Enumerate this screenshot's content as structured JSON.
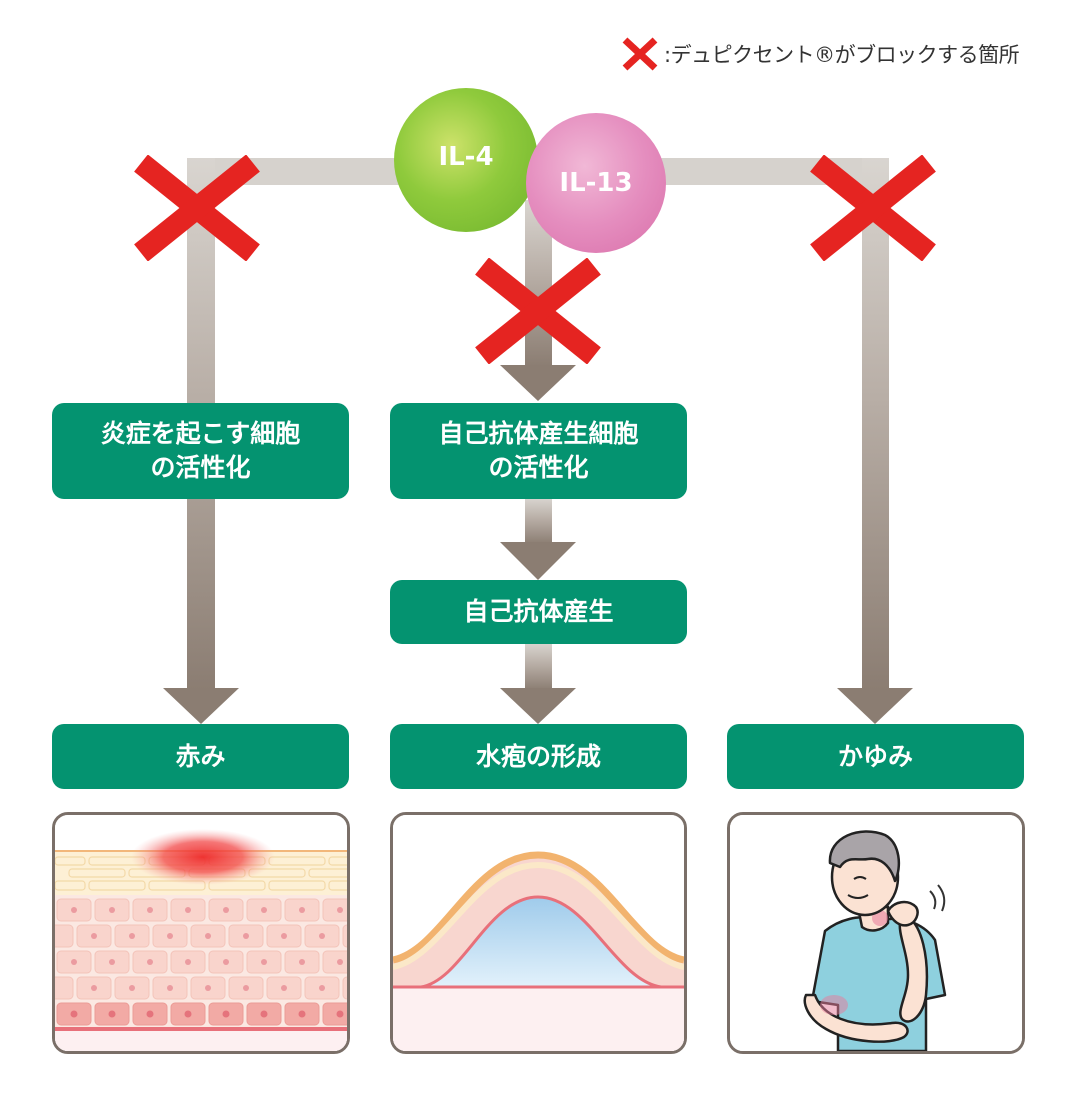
{
  "legend": {
    "icon": "red-x-icon",
    "text": ":デュピクセント®がブロックする箇所"
  },
  "cytokines": [
    {
      "label": "IL-4",
      "color": "#8fca3c"
    },
    {
      "label": "IL-13",
      "color": "#e58ebf"
    }
  ],
  "colors": {
    "box_green": "#049370",
    "block_red": "#e52421",
    "connector_gray": "#d6d2cd",
    "arrow_brown": "#8b7d72",
    "panel_border": "#7a6f68"
  },
  "paths": {
    "left": {
      "step1": "炎症を起こす細胞\nの活性化",
      "step1_line1": "炎症を起こす細胞",
      "step1_line2": "の活性化",
      "outcome": "赤み",
      "illustration": "skin-redness-illustration"
    },
    "middle": {
      "step1_line1": "自己抗体産生細胞",
      "step1_line2": "の活性化",
      "step2": "自己抗体産生",
      "outcome": "水疱の形成",
      "illustration": "blister-illustration"
    },
    "right": {
      "outcome": "かゆみ",
      "illustration": "itching-person-illustration"
    }
  },
  "block_points": [
    {
      "position": "left-path"
    },
    {
      "position": "middle-path"
    },
    {
      "position": "right-path"
    }
  ]
}
